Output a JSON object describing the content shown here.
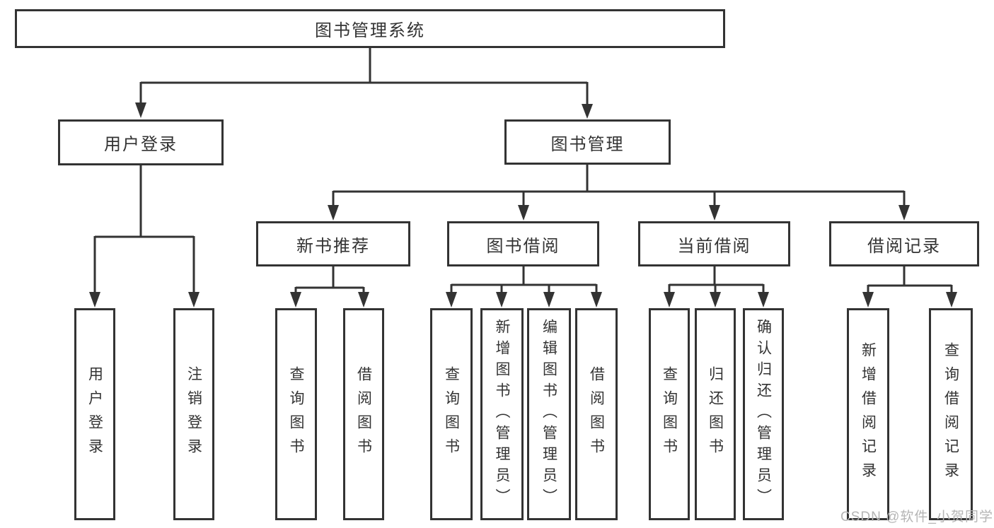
{
  "diagram": {
    "tree": {
      "label": "图书管理系统",
      "children": [
        {
          "label": "用户登录",
          "children": [
            {
              "label": "用户登录"
            },
            {
              "label": "注销登录"
            }
          ]
        },
        {
          "label": "图书管理",
          "children": [
            {
              "label": "新书推荐",
              "children": [
                {
                  "label": "查询图书"
                },
                {
                  "label": "借阅图书"
                }
              ]
            },
            {
              "label": "图书借阅",
              "children": [
                {
                  "label": "查询图书"
                },
                {
                  "label": "新增图书（管理员）"
                },
                {
                  "label": "编辑图书（管理员）"
                },
                {
                  "label": "借阅图书"
                }
              ]
            },
            {
              "label": "当前借阅",
              "children": [
                {
                  "label": "查询图书"
                },
                {
                  "label": "归还图书"
                },
                {
                  "label": "确认归还（管理员）"
                }
              ]
            },
            {
              "label": "借阅记录",
              "children": [
                {
                  "label": "新增借阅记录"
                },
                {
                  "label": "查询借阅记录"
                }
              ]
            }
          ]
        }
      ]
    },
    "colors": {
      "line": "#333333",
      "text": "#333333",
      "background": "#ffffff",
      "watermark_text": "#b5b5b5"
    }
  },
  "watermark": "CSDN @软件_小贺同学"
}
